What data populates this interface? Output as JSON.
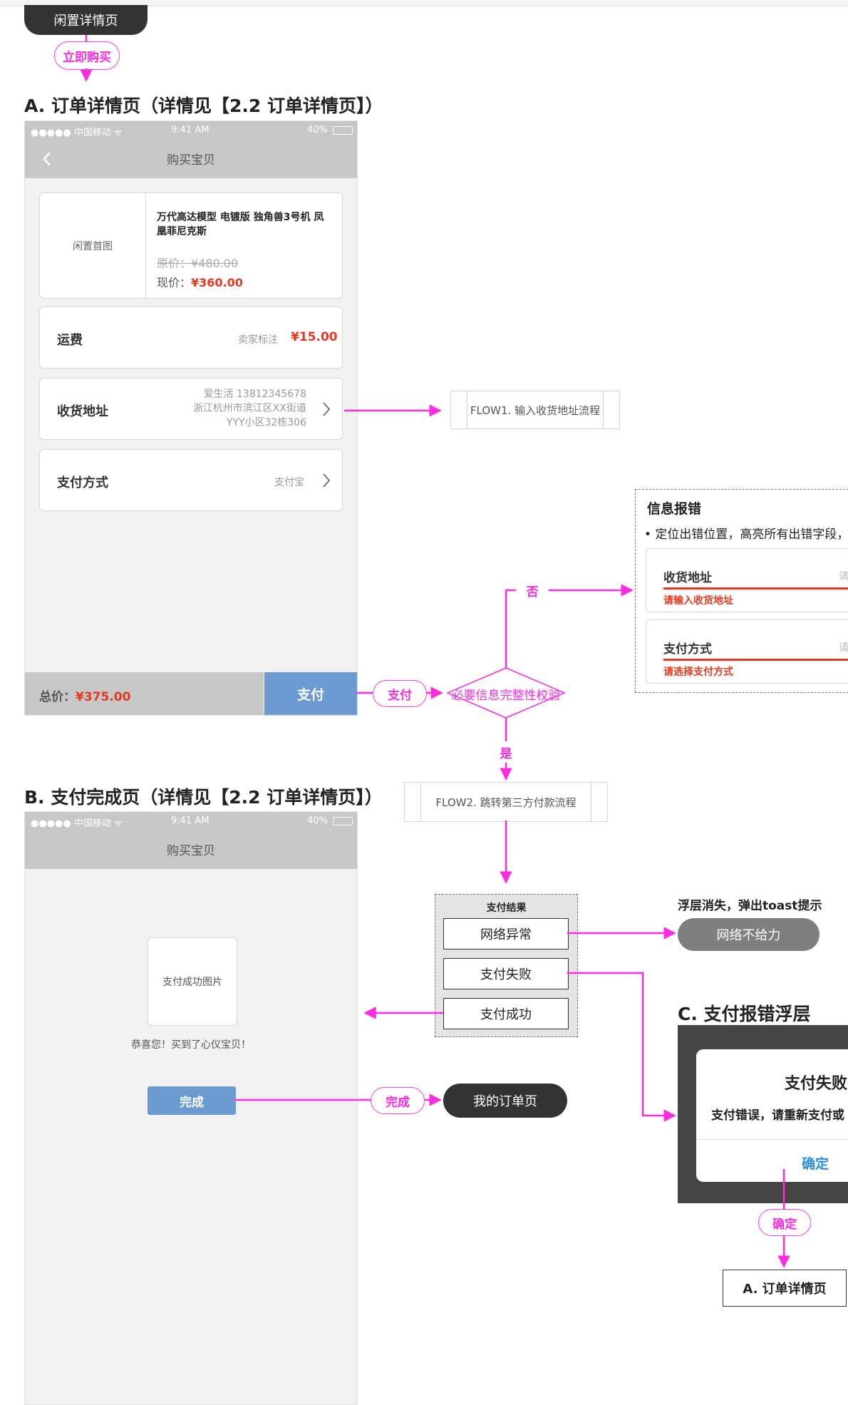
{
  "colors": {
    "accent": "#ff2bdf",
    "price_red": "#e8391d",
    "pay_button": "#6b9bd1",
    "field_error": "#e8391d",
    "link_blue": "#2a8ee8"
  },
  "top_pill": "闲置详情页",
  "label_buy_now": "立即购买",
  "section_a_title": "A. 订单详情页（详情见【2.2 订单详情页】）",
  "section_b_title": "B. 支付完成页（详情见【2.2 订单详情页】）",
  "section_c_title": "C. 支付报错浮层",
  "status_bar": {
    "carrier": "●●●●● 中国移动 ᯤ",
    "time": "9:41 AM",
    "battery": "40%"
  },
  "page_a": {
    "nav_title": "购买宝贝",
    "product": {
      "image_placeholder": "闲置首图",
      "title": "万代高达模型 电镀版 独角兽3号机 凤凰菲尼克斯",
      "original_price": "原价：¥480.00",
      "current_label": "现价：",
      "current_value": "¥360.00"
    },
    "shipping": {
      "label": "运费",
      "note": "卖家标注",
      "value": "¥15.00"
    },
    "address": {
      "label": "收货地址",
      "line1": "爱生活 13812345678",
      "line2": "浙江杭州市滨江区XX街道",
      "line3": "YYY小区32栋306"
    },
    "payment": {
      "label": "支付方式",
      "value": "支付宝"
    },
    "total_label": "总价：",
    "total_value": "¥375.00",
    "pay_button": "支付"
  },
  "page_b": {
    "nav_title": "购买宝贝",
    "image_placeholder": "支付成功图片",
    "congrats": "恭喜您！买到了心仪宝贝！",
    "done_button": "完成"
  },
  "flow": {
    "flow1": "FLOW1. 输入收货地址流程",
    "flow2": "FLOW2. 跳转第三方付款流程",
    "pay_label": "支付",
    "check_label": "必要信息完整性校验",
    "no_label": "否",
    "yes_label": "是",
    "done_label": "完成",
    "my_orders": "我的订单页",
    "confirm_label": "确定",
    "back_to_a": "A. 订单详情页"
  },
  "info_error": {
    "title": "信息报错",
    "desc": "• 定位出错位置，高亮所有出错字段，",
    "field1_label": "收货地址",
    "field1_placeholder": "请",
    "field1_error": "请输入收货地址",
    "field2_label": "支付方式",
    "field2_placeholder": "请",
    "field2_error": "请选择支付方式"
  },
  "pay_result": {
    "title": "支付结果",
    "options": [
      "网络异常",
      "支付失败",
      "支付成功"
    ]
  },
  "toast": {
    "caption": "浮层消失，弹出toast提示",
    "text": "网络不给力"
  },
  "pay_error_modal": {
    "title": "支付失败",
    "message": "支付错误，请重新支付或",
    "confirm": "确定"
  }
}
